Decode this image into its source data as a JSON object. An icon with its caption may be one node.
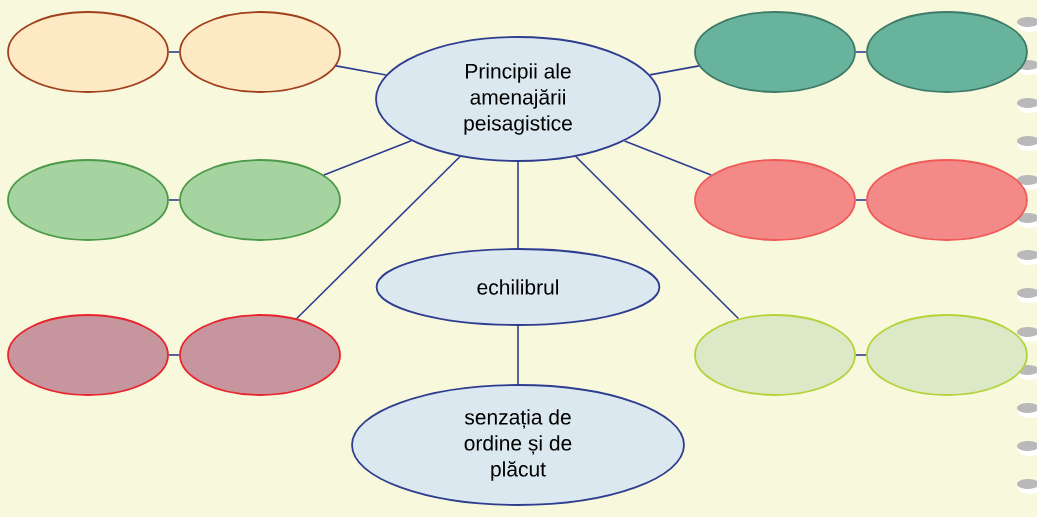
{
  "diagram": {
    "nodes": [
      {
        "text": [
          "Principii ale amenajării peisagistice"
        ]
      },
      {
        "text": [],
        "shape": "ellipse"
      },
      {
        "text": [],
        "shape": "ellipse"
      },
      {
        "text": [],
        "shape": "ellipse"
      },
      {
        "text": [],
        "shape": "ellipse"
      },
      {
        "text": [],
        "shape": "ellipse"
      },
      {
        "text": [],
        "shape": "ellipse"
      },
      {
        "text": [],
        "shape": "ellipse"
      },
      {
        "text": [],
        "shape": "ellipse"
      },
      {
        "text": [],
        "shape": "ellipse"
      },
      {
        "text": [],
        "shape": "ellipse"
      },
      {
        "text": [],
        "shape": "ellipse"
      },
      {
        "text": [],
        "shape": "ellipse"
      },
      {
        "text": [
          "echilibrul"
        ]
      },
      {
        "text": [
          "senzația de ordine și de plăcut"
        ]
      }
    ],
    "edges": [
      {
        "from": 1,
        "to": 2,
        "arrow": "none"
      },
      {
        "from": 2,
        "to": 0,
        "arrow": "none"
      },
      {
        "from": 3,
        "to": 4,
        "arrow": "none"
      },
      {
        "from": 4,
        "to": 0,
        "arrow": "none"
      },
      {
        "from": 5,
        "to": 6,
        "arrow": "none"
      },
      {
        "from": 6,
        "to": 0,
        "arrow": "none"
      },
      {
        "from": 0,
        "to": 7,
        "arrow": "none"
      },
      {
        "from": 7,
        "to": 8,
        "arrow": "none"
      },
      {
        "from": 0,
        "to": 9,
        "arrow": "none"
      },
      {
        "from": 9,
        "to": 10,
        "arrow": "none"
      },
      {
        "from": 0,
        "to": 11,
        "arrow": "none"
      },
      {
        "from": 11,
        "to": 12,
        "arrow": "none"
      },
      {
        "from": 0,
        "to": 13,
        "arrow": "none"
      },
      {
        "from": 13,
        "to": 14,
        "arrow": "none"
      }
    ]
  }
}
